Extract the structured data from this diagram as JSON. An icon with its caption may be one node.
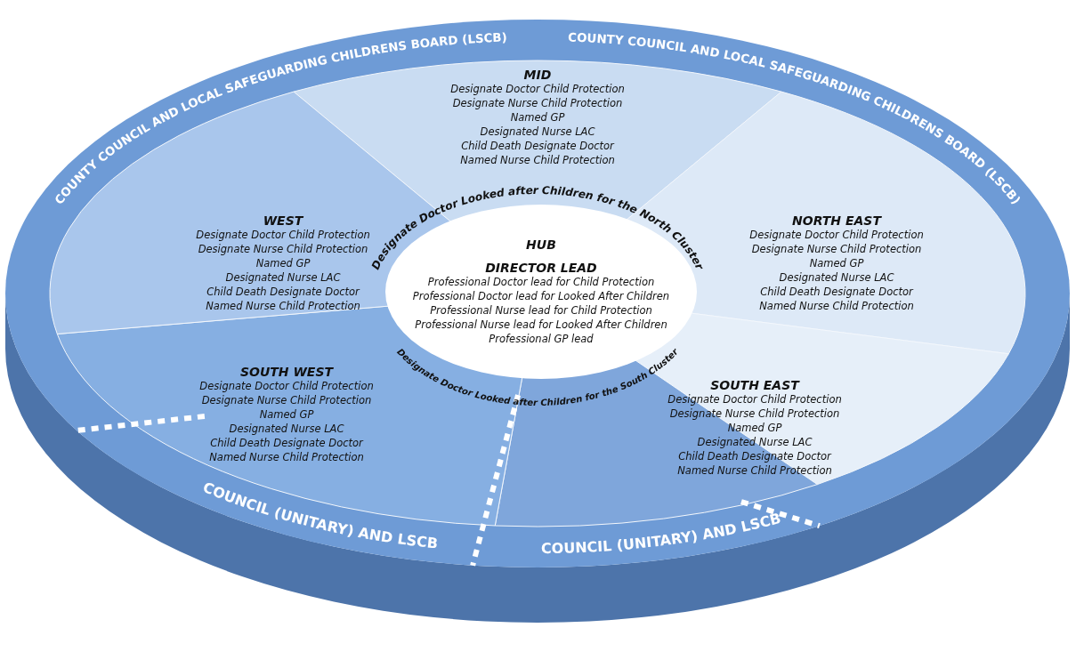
{
  "diagram": {
    "nodes": [
      {
        "text": [
          "MID",
          "Designate Doctor Child Protection",
          "Designate Nurse Child Protection",
          "Named GP",
          "Designated Nurse LAC",
          "Child Death Designate Doctor",
          "Named Nurse Child Protection"
        ]
      },
      {
        "text": [
          "WEST",
          "Designate Doctor Child Protection",
          "Designate Nurse Child Protection",
          "Named GP",
          "Designated Nurse LAC",
          "Child Death Designate Doctor",
          "Named Nurse Child Protection"
        ]
      },
      {
        "text": [
          "NORTH EAST",
          "Designate Doctor Child Protection",
          "Designate Nurse Child Protection",
          "Named GP",
          "Designated Nurse LAC",
          "Child Death Designate Doctor",
          "Named Nurse Child Protection"
        ]
      },
      {
        "text": [
          "HUB",
          "DIRECTOR LEAD",
          "Professional Doctor lead for Child Protection",
          "Professional Doctor lead for Looked After Children",
          "Professional Nurse lead for Child Protection",
          "Professional Nurse lead for Looked After Children",
          "Professional GP lead"
        ]
      },
      {
        "text": [
          "SOUTH EAST",
          "Designate Doctor Child Protection",
          "Designate Nurse Child Protection",
          "Named GP",
          "Designated Nurse LAC",
          "Child Death Designate Doctor",
          "Named Nurse Child Protection"
        ]
      },
      {
        "text": [
          "SOUTH WEST",
          "Designate Doctor Child Protection",
          "Designate Nurse Child Protection",
          "Named GP",
          "Designated Nurse LAC",
          "Child Death Designate Doctor",
          "Named Nurse Child Protection"
        ]
      }
    ],
    "labels": [
      "COUNTY COUNCIL AND LOCAL SAFEGUARDING CHILDRENS BOARD (LSCB)",
      "COUNTY COUNCIL AND LOCAL SAFEGUARDING CHILDRENS BOARD (LSCB)",
      "Designate Doctor Looked after Children for the North Cluster",
      "Designate Doctor Looked after Children for the South Cluster",
      "COUNCIL (UNITARY) AND LSCB",
      "COUNCIL (UNITARY) AND LSCB"
    ]
  }
}
